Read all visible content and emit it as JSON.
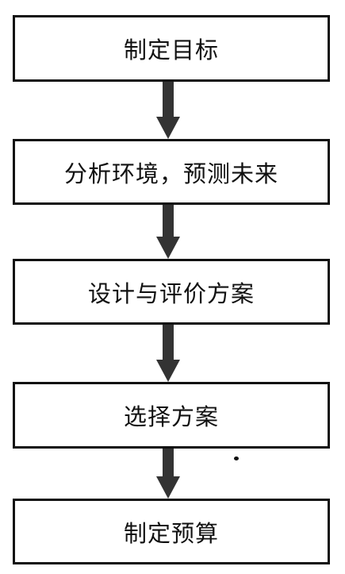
{
  "steps": [
    {
      "label": "制定目标"
    },
    {
      "label": "分析环境，预测未来"
    },
    {
      "label": "设计与评价方案"
    },
    {
      "label": "选择方案"
    },
    {
      "label": "制定预算"
    }
  ],
  "colors": {
    "border": "#111111",
    "arrow": "#333333",
    "text": "#111111",
    "background": "#ffffff"
  },
  "icons": {
    "arrow": "down-arrow-icon"
  }
}
